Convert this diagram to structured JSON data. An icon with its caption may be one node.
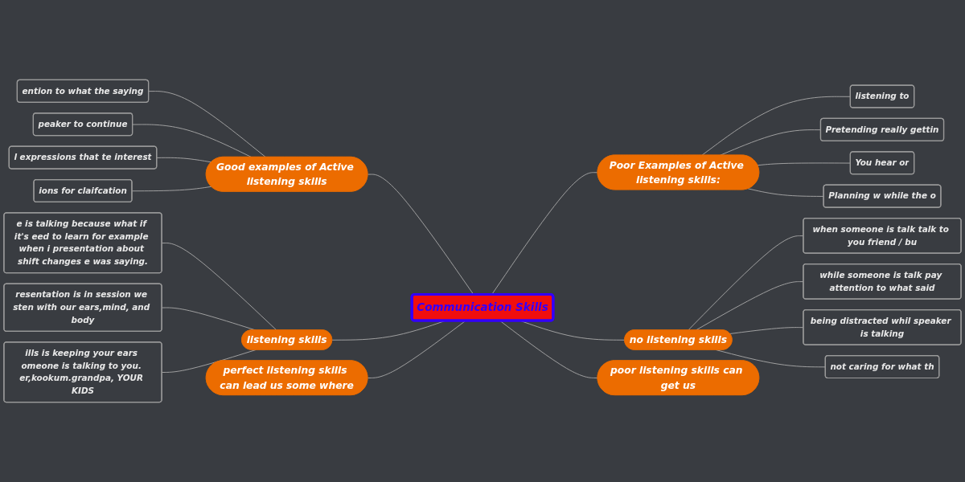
{
  "diagram": {
    "nodes": [
      {
        "text": [
          "Communication Skills"
        ]
      },
      {
        "text": [
          "Good examples of Active listening skills"
        ]
      },
      {
        "text": [
          "ention to what the saying"
        ]
      },
      {
        "text": [
          "peaker to continue"
        ]
      },
      {
        "text": [
          "l expressions that te interest"
        ]
      },
      {
        "text": [
          "ions for claifcation"
        ]
      },
      {
        "text": [
          "listening skills"
        ]
      },
      {
        "text": [
          "e is talking because what if it's eed to learn for example when i presentation about shift changes e was saying."
        ]
      },
      {
        "text": [
          "resentation is in session we sten with our ears,mind, and body"
        ]
      },
      {
        "text": [
          "ills is keeping your ears omeone is talking to you. er,kookum.grandpa, YOUR KIDS"
        ]
      },
      {
        "text": [
          "perfect listening skills can lead us some where"
        ]
      },
      {
        "text": [
          "Poor Examples of Active listening skills:"
        ]
      },
      {
        "text": [
          "listening to"
        ]
      },
      {
        "text": [
          "Pretending really gettin"
        ]
      },
      {
        "text": [
          "You hear or"
        ]
      },
      {
        "text": [
          "Planning w while the o"
        ]
      },
      {
        "text": [
          "no listening skills"
        ]
      },
      {
        "text": [
          "when someone is talk talk to you friend / bu"
        ]
      },
      {
        "text": [
          "while someone is talk pay attention to what said"
        ]
      },
      {
        "text": [
          "being distracted whil speaker is talking"
        ]
      },
      {
        "text": [
          "not caring for what th"
        ]
      },
      {
        "text": [
          "poor listening skills can get us"
        ]
      }
    ],
    "edges": [
      {
        "from": 0,
        "to": 1,
        "arrow": "none"
      },
      {
        "from": 1,
        "to": 2,
        "arrow": "none"
      },
      {
        "from": 1,
        "to": 3,
        "arrow": "none"
      },
      {
        "from": 1,
        "to": 4,
        "arrow": "none"
      },
      {
        "from": 1,
        "to": 5,
        "arrow": "none"
      },
      {
        "from": 0,
        "to": 6,
        "arrow": "none"
      },
      {
        "from": 6,
        "to": 7,
        "arrow": "none"
      },
      {
        "from": 6,
        "to": 8,
        "arrow": "none"
      },
      {
        "from": 6,
        "to": 9,
        "arrow": "none"
      },
      {
        "from": 0,
        "to": 10,
        "arrow": "none"
      },
      {
        "from": 0,
        "to": 11,
        "arrow": "none"
      },
      {
        "from": 11,
        "to": 12,
        "arrow": "none"
      },
      {
        "from": 11,
        "to": 13,
        "arrow": "none"
      },
      {
        "from": 11,
        "to": 14,
        "arrow": "none"
      },
      {
        "from": 11,
        "to": 15,
        "arrow": "none"
      },
      {
        "from": 0,
        "to": 16,
        "arrow": "none"
      },
      {
        "from": 16,
        "to": 17,
        "arrow": "none"
      },
      {
        "from": 16,
        "to": 18,
        "arrow": "none"
      },
      {
        "from": 16,
        "to": 19,
        "arrow": "none"
      },
      {
        "from": 16,
        "to": 20,
        "arrow": "none"
      },
      {
        "from": 0,
        "to": 21,
        "arrow": "none"
      }
    ]
  }
}
